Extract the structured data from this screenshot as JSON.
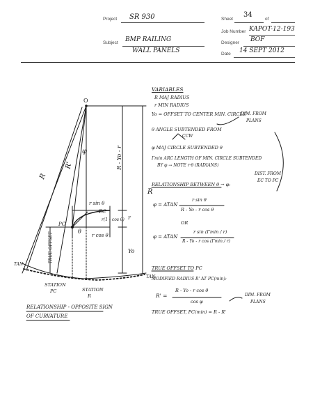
{
  "header": {
    "labels": {
      "project": "Project",
      "sheet": "Sheet",
      "of": "of",
      "job_number": "Job Number",
      "subject": "Subject",
      "designer": "Designer",
      "date": "Date"
    },
    "values": {
      "project": "SR 930",
      "sheet": "34",
      "job_number": "KAPOT-12-193",
      "subject_line1": "BMP RAILING",
      "subject_line2": "WALL PANELS",
      "designer": "BOF",
      "date": "14 SEPT 2012"
    }
  },
  "notes": {
    "variables_title": "VARIABLES",
    "var_lines": [
      "R  MAJ RADIUS",
      "r  MIN RADIUS",
      "Yo = OFFSET TO CENTER MIN. CIRCLE",
      "θ  ANGLE SUBTENDED FROM",
      "φ  MAJ CIRCLE SUBTENDED θ",
      "Γmin  ARC LENGTH OF MIN. CIRCLE SUBTENDED",
      "BY φ  → NOTE r·θ (RADIANS)"
    ],
    "arrow_notes": [
      "DIM. FROM",
      "PLANS",
      "CCW",
      "DIST. FROM",
      "EC TO PC"
    ],
    "relationship_title": "RELATIONSHIP BETWEEN θ → φ:",
    "eq1_lhs": "φ = ATAN",
    "eq1_num": "r sin θ",
    "eq1_den": "R - Yo - r cos θ",
    "or_label": "OR",
    "eq2_lhs": "φ = ATAN",
    "eq2_num": "r sin (Γmin / r)",
    "eq2_den": "R - Yo - r cos (Γmin / r)",
    "offset_title": "TRUE OFFSET TO PC",
    "offset_line": "MODIFIED RADIUS R' AT PC(min):",
    "eq3_lhs": "R' =",
    "eq3_num": "R - Yo - r cos θ",
    "eq3_den": "cos φ",
    "dim_note": [
      "DIM. FROM",
      "PLANS"
    ],
    "true_offset": "TRUE OFFSET, PC(min) = R - R'"
  },
  "sketch": {
    "labels": {
      "R": "R",
      "R_prime": "R'",
      "R_minus": "R - Yo - r",
      "R_right": "R",
      "O": "O",
      "phi": "φ",
      "r_sin": "r sin θ",
      "ec": "EC",
      "r_cos_label": "r(1 - cos θ)",
      "r": "r",
      "pc": "PC",
      "theta": "θ",
      "r_cos": "r cos θ",
      "yo": "Yo",
      "true_offset_vert": "TRUE OFFSET",
      "tan_left": "TAN",
      "tan_right": "TAN",
      "station_pc": [
        "STATION",
        "PC"
      ],
      "station_r": [
        "STATION",
        "R"
      ]
    },
    "caption_lines": [
      "RELATIONSHIP - OPPOSITE SIGN",
      "OF CURVATURE"
    ]
  }
}
